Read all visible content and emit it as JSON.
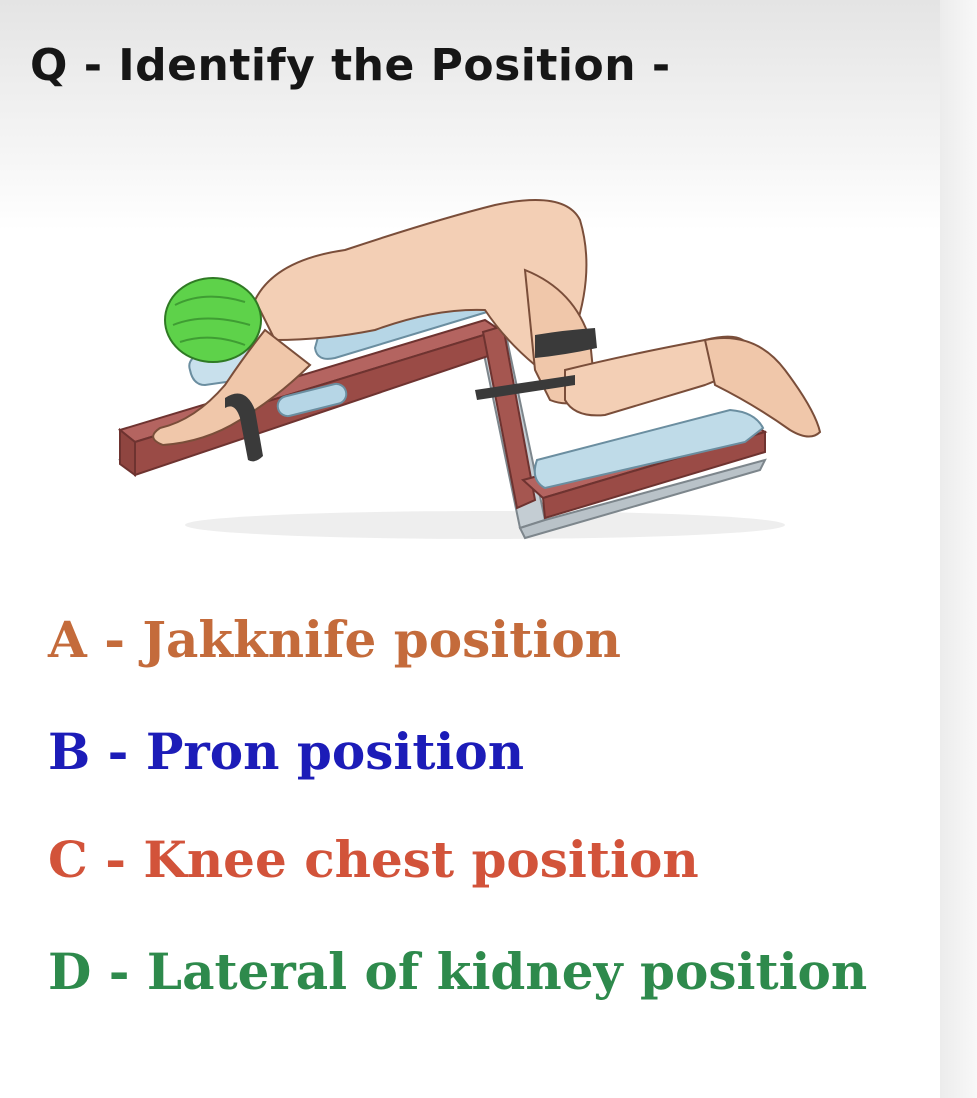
{
  "question": {
    "text": "Q - Identify the Position -"
  },
  "options": [
    {
      "letter": "A",
      "text": "A - Jakknife position",
      "color": "#c46b3b"
    },
    {
      "letter": "B",
      "text": "B - Pron position",
      "color": "#1c1cb8"
    },
    {
      "letter": "C",
      "text": "C - Knee chest position",
      "color": "#d2533a"
    },
    {
      "letter": "D",
      "text": "D - Lateral of kidney position",
      "color": "#2e8a4c"
    }
  ],
  "illustration": {
    "icon": "knee-chest-position-illustration"
  },
  "colors": {
    "skin": "#f3cfb5",
    "cap": "#5ed24a",
    "table_top": "#a55650",
    "table_frame": "#b9c2c8",
    "pad": "#b6d6e6",
    "strap": "#3a3a3a"
  }
}
